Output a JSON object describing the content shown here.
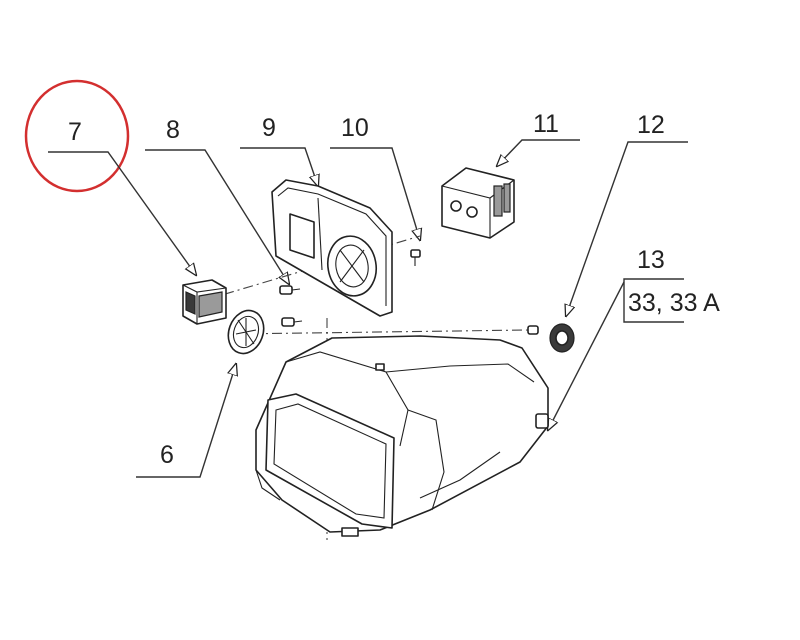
{
  "diagram": {
    "callouts": {
      "c6": "6",
      "c7": "7",
      "c8": "8",
      "c9": "9",
      "c10": "10",
      "c11": "11",
      "c12": "12",
      "c13": "13",
      "c33": "33, 33 A"
    },
    "highlight_color": "#d32f2f",
    "line_color": "#222222"
  }
}
